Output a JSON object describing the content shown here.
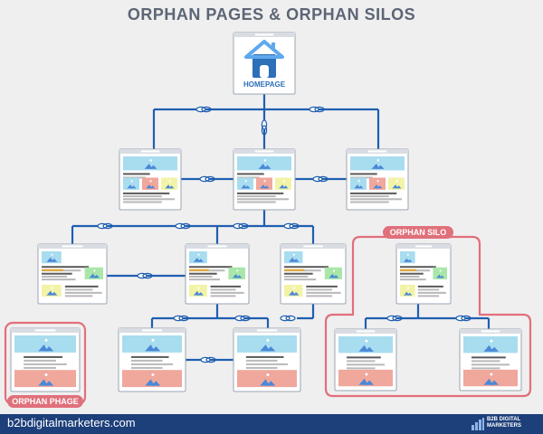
{
  "title": "ORPHAN PAGES & ORPHAN SILOS",
  "homepage_label": "HOMEPAGE",
  "orphan_silo_label": "ORPHAN SILO",
  "orphan_page_label": "ORPHAN PHAGE",
  "footer_url": "b2bdigitalmarketers.com",
  "brand_line1": "B2B DIGITAL",
  "brand_line2": "MARKETERS",
  "colors": {
    "line": "#1f5fb0",
    "orphan": "#e0707a",
    "footer": "#1d3f7a",
    "sky": "#a8dcef",
    "mountain": "#4a88d8",
    "salmon": "#f0a79c",
    "yellow": "#f3f3a8",
    "green": "#a9e6a9"
  }
}
